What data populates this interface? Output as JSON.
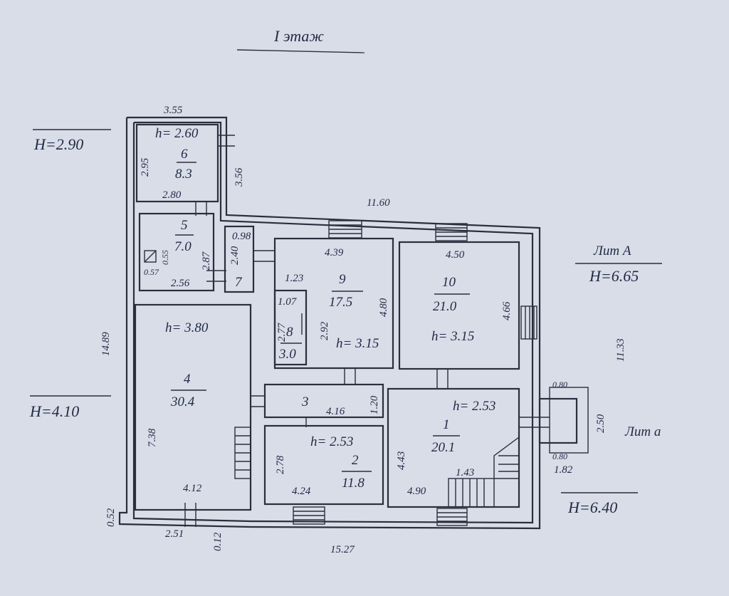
{
  "title": "I  этаж",
  "heights": {
    "h_left_top": "H=2.90",
    "h_left_mid": "H=4.10",
    "lit_a_upper": "Лит А",
    "h_lit_a_upper": "H=6.65",
    "lit_a_lower": "Лит а",
    "h_lit_a_lower": "H=6.40"
  },
  "dimensions": {
    "d_355": "3.55",
    "d_356": "3.56",
    "d_1160": "11.60",
    "d_1489": "14.89",
    "d_1133": "11.33",
    "d_1527": "15.27",
    "d_052": "0.52",
    "d_251": "2.51",
    "d_012": "0.12",
    "d_080a": "0.80",
    "d_080b": "0.80",
    "d_250": "2.50",
    "d_182": "1.82"
  },
  "rooms": {
    "r6": {
      "h": "h= 2.60",
      "num": "6",
      "area": "8.3",
      "w": "2.80",
      "l": "2.95"
    },
    "r5": {
      "num": "5",
      "area": "7.0",
      "w": "2.56",
      "l": "2.87",
      "s1": "0.57",
      "s2": "0.55"
    },
    "r7": {
      "num": "7",
      "w": "0.98",
      "l": "2.40"
    },
    "r9": {
      "num": "9",
      "area": "17.5",
      "w": "4.39",
      "l": "4.80",
      "h": "h= 3.15",
      "d1": "1.23",
      "d2": "2.92"
    },
    "r8": {
      "num": "8",
      "area": "3.0",
      "w": "1.07",
      "l": "2.77"
    },
    "r10": {
      "num": "10",
      "area": "21.0",
      "w": "4.50",
      "l": "4.66",
      "h": "h= 3.15"
    },
    "r4": {
      "num": "4",
      "area": "30.4",
      "w": "4.12",
      "l": "7.38",
      "h": "h= 3.80"
    },
    "r3": {
      "num": "3",
      "w": "4.16",
      "l": "1.20"
    },
    "r2": {
      "num": "2",
      "area": "11.8",
      "w": "4.24",
      "l": "2.78",
      "h": "h= 2.53"
    },
    "r1": {
      "num": "1",
      "area": "20.1",
      "w": "4.90",
      "l": "4.43",
      "h": "h= 2.53",
      "d": "1.43"
    }
  }
}
